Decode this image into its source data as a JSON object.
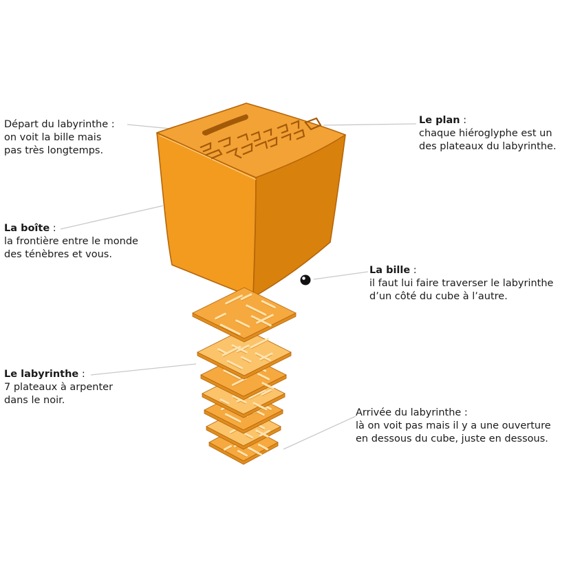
{
  "colors": {
    "cube_top": "#f3a236",
    "cube_left": "#f29b1f",
    "cube_right": "#d9810d",
    "cube_outline": "#b5650a",
    "plate_light": "#fbc36a",
    "plate_mid": "#f5a93f",
    "plate_dark": "#e08d1e",
    "wall": "#fde3b0",
    "leader_line": "#c8c8c8",
    "ball": "#111111"
  },
  "annotations": {
    "depart": {
      "title": "Départ du labyrinthe :",
      "lines": [
        "on voit la bille mais",
        "pas très longtemps."
      ]
    },
    "plan": {
      "title": "Le plan",
      "suffix": " :",
      "lines": [
        "chaque hiéroglyphe est un",
        "des plateaux du labyrinthe."
      ]
    },
    "boite": {
      "title": "La boîte",
      "suffix": " :",
      "lines": [
        "la frontière entre le monde",
        "des ténèbres et vous."
      ]
    },
    "bille": {
      "title": "La bille",
      "suffix": " :",
      "lines": [
        "il faut lui faire traverser le  labyrinthe",
        "d’un côté du cube à l’autre."
      ]
    },
    "labyrinthe": {
      "title": "Le labyrinthe",
      "suffix": " :",
      "lines": [
        "7 plateaux à arpenter",
        "dans le noir."
      ]
    },
    "arrivee": {
      "title": "Arrivée du labyrinthe :",
      "lines": [
        "là on voit pas mais il y a une ouverture",
        "en dessous du cube, juste en dessous."
      ]
    }
  }
}
